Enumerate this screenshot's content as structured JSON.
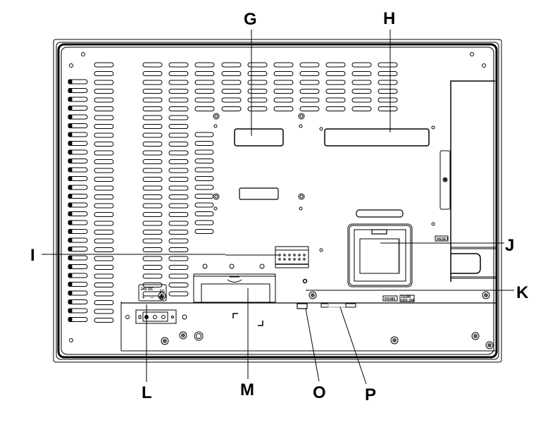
{
  "diagram": {
    "title": "Rear view of panel unit with component callouts",
    "colors": {
      "line": "#000000",
      "background": "#ffffff",
      "gray_line": "#808080"
    },
    "callouts": [
      {
        "id": "G",
        "label": "G",
        "target": "expansion-slot-g"
      },
      {
        "id": "H",
        "label": "H",
        "target": "expansion-slot-h"
      },
      {
        "id": "I",
        "label": "I",
        "target": "dip-switch-block"
      },
      {
        "id": "J",
        "label": "J",
        "target": "card-cover"
      },
      {
        "id": "K",
        "label": "K",
        "target": "interface-bracket"
      },
      {
        "id": "L",
        "label": "L",
        "target": "power-terminal"
      },
      {
        "id": "M",
        "label": "M",
        "target": "battery-cover"
      },
      {
        "id": "O",
        "label": "O",
        "target": "connector-o"
      },
      {
        "id": "P",
        "label": "P",
        "target": "serial-connector-p"
      }
    ],
    "markings": {
      "power_terminal_label": "24V DC",
      "plus": "+",
      "minus": "−",
      "fg": "FG",
      "rs485": "RS485",
      "term": "TERM",
      "term_values": "OFF ON",
      "reset": "RESET"
    }
  }
}
